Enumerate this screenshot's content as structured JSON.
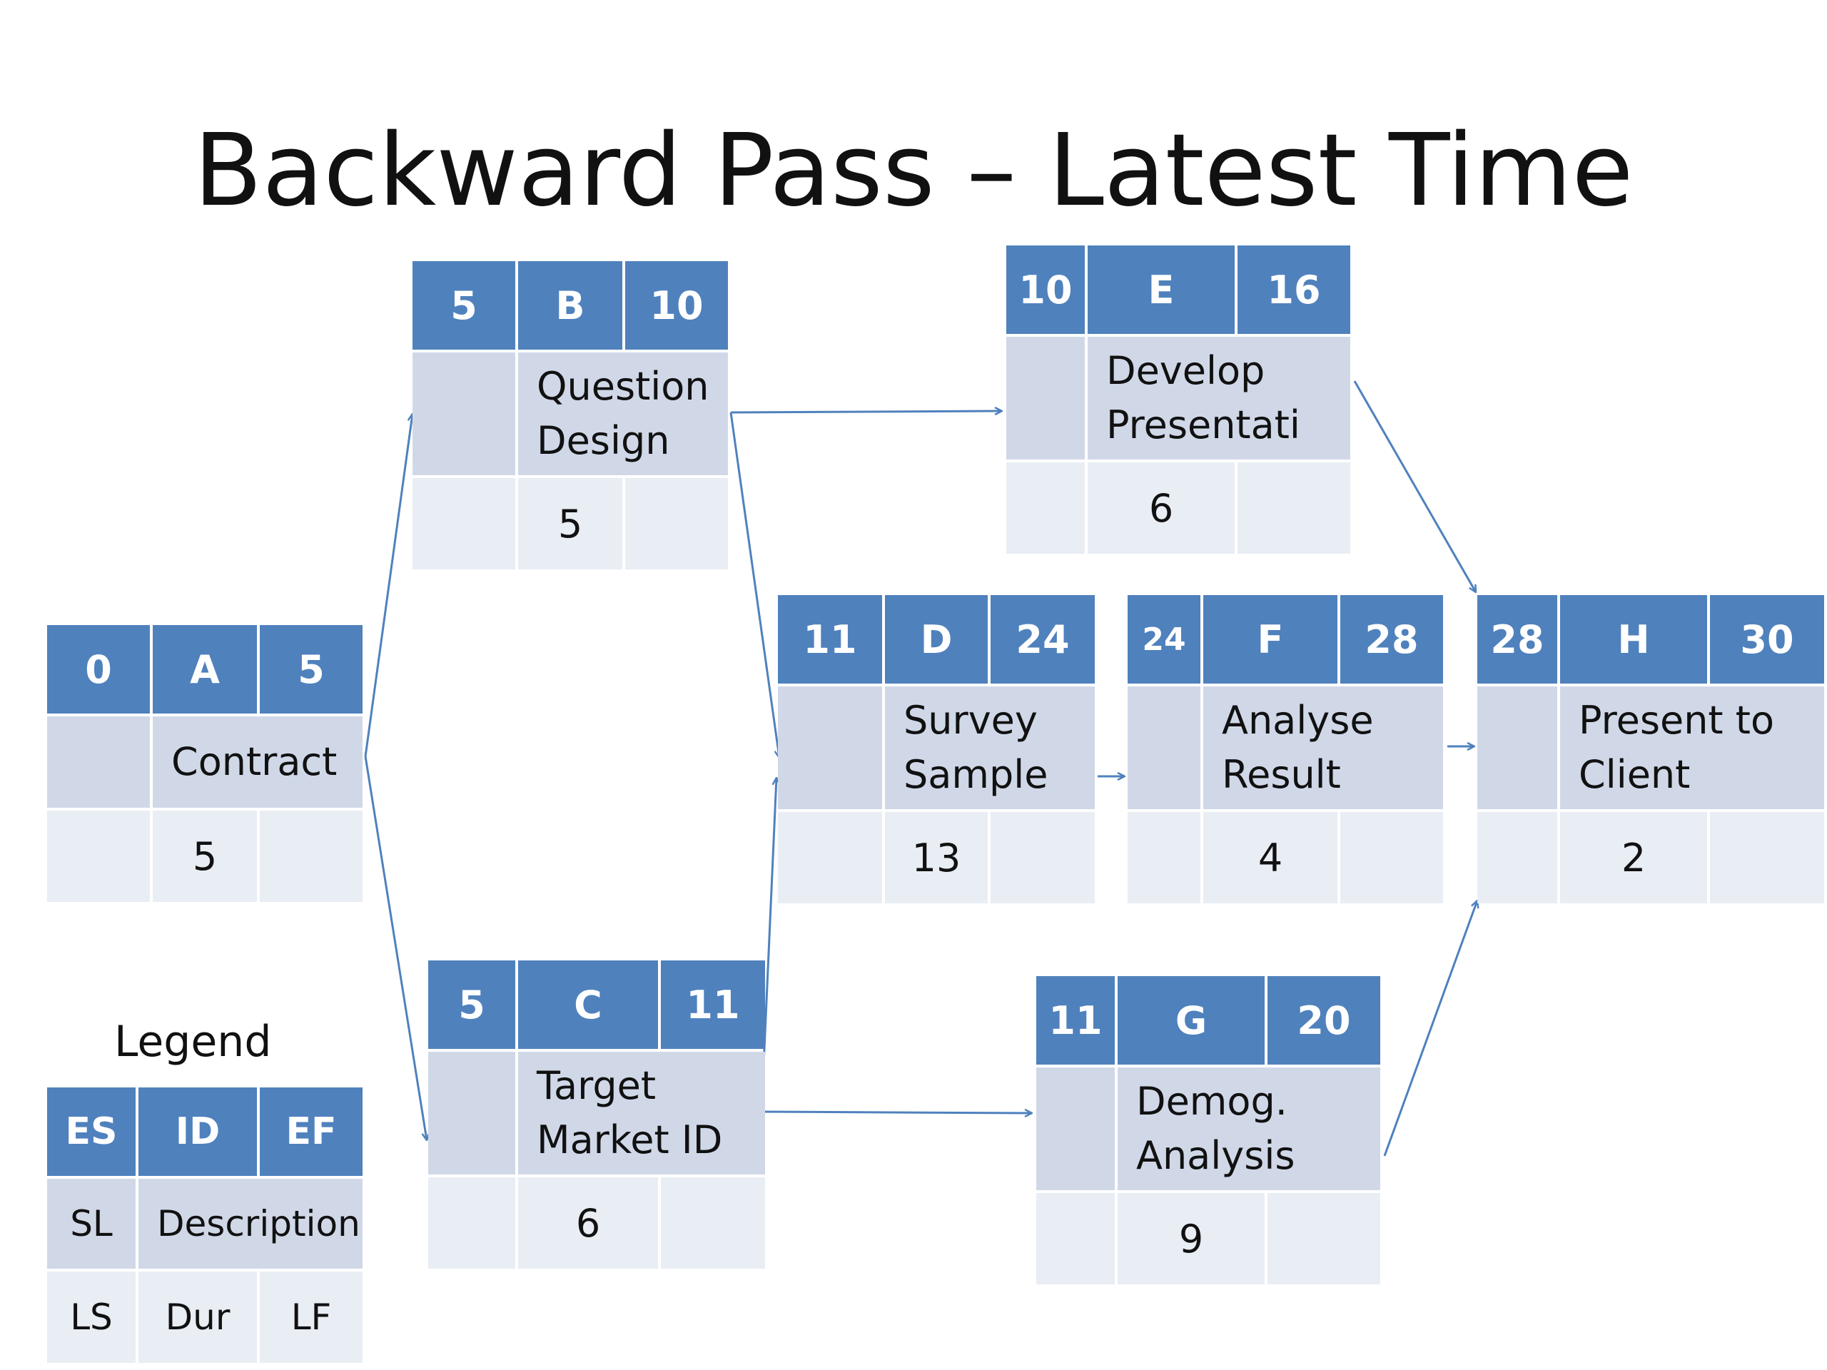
{
  "title": "Backward Pass – Latest Time",
  "legend": {
    "label": "Legend",
    "es": "ES",
    "id": "ID",
    "ef": "EF",
    "sl": "SL",
    "description": "Description",
    "ls": "LS",
    "dur": "Dur",
    "lf": "LF"
  },
  "nodes": [
    {
      "id": "A",
      "es": "0",
      "ef": "5",
      "description": "Contract",
      "duration": "5"
    },
    {
      "id": "B",
      "es": "5",
      "ef": "10",
      "description": "Question\nDesign",
      "duration": "5"
    },
    {
      "id": "C",
      "es": "5",
      "ef": "11",
      "description": "Target\nMarket ID",
      "duration": "6"
    },
    {
      "id": "D",
      "es": "11",
      "ef": "24",
      "description": "Survey\nSample",
      "duration": "13"
    },
    {
      "id": "E",
      "es": "10",
      "ef": "16",
      "description": "Develop\nPresentati",
      "duration": "6"
    },
    {
      "id": "F",
      "es": "24",
      "ef": "28",
      "description": "Analyse\nResult",
      "duration": "4"
    },
    {
      "id": "G",
      "es": "11",
      "ef": "20",
      "description": "Demog.\nAnalysis",
      "duration": "9"
    },
    {
      "id": "H",
      "es": "28",
      "ef": "30",
      "description": "Present to\nClient",
      "duration": "2"
    }
  ],
  "edges": [
    [
      "A",
      "B"
    ],
    [
      "A",
      "C"
    ],
    [
      "B",
      "D"
    ],
    [
      "B",
      "E"
    ],
    [
      "C",
      "D"
    ],
    [
      "C",
      "G"
    ],
    [
      "D",
      "F"
    ],
    [
      "F",
      "H"
    ],
    [
      "E",
      "H"
    ],
    [
      "G",
      "H"
    ]
  ],
  "colors": {
    "header": "#4f81bd",
    "middle": "#d0d8e8",
    "bottom": "#e9edf4",
    "arrow": "#4f81bd"
  }
}
